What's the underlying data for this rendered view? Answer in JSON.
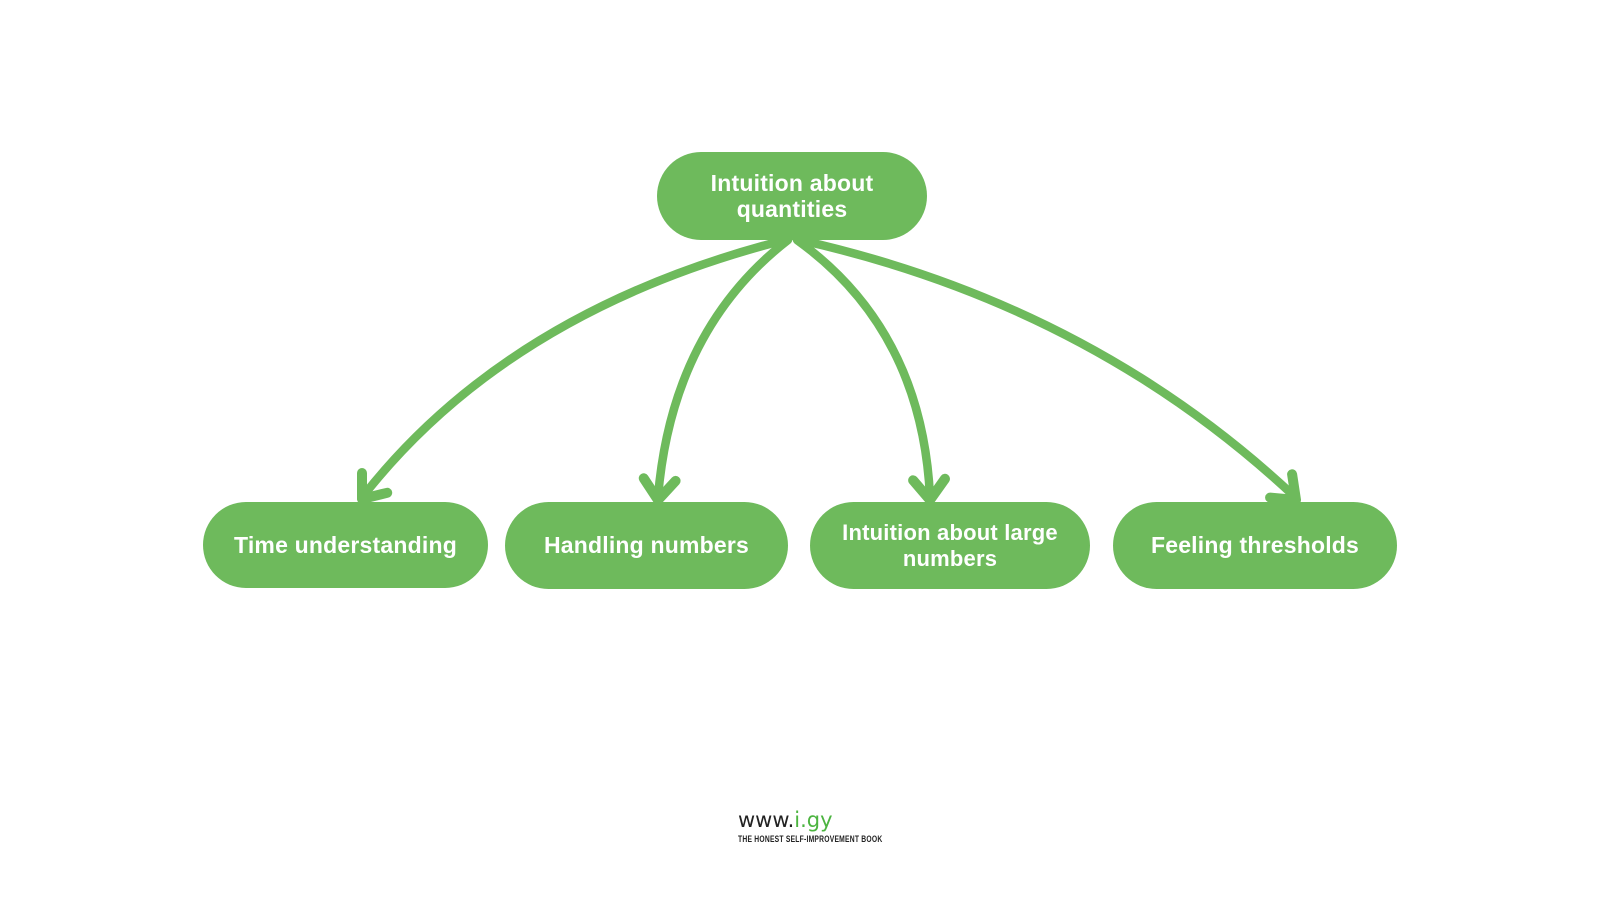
{
  "colors": {
    "background": "#ffffff",
    "node_green": "#6eba5c",
    "node_text": "#ffffff",
    "logo_dark": "#222222",
    "logo_green": "#4cb440"
  },
  "diagram": {
    "root": {
      "label": "Intuition about quantities"
    },
    "children": [
      {
        "label": "Time understanding"
      },
      {
        "label": "Handling numbers"
      },
      {
        "label": "Intuition about large numbers"
      },
      {
        "label": "Feeling thresholds"
      }
    ]
  },
  "footer": {
    "logo_prefix": "www.",
    "logo_suffix": "i.gy",
    "tagline": "THE HONEST SELF-IMPROVEMENT BOOK"
  }
}
